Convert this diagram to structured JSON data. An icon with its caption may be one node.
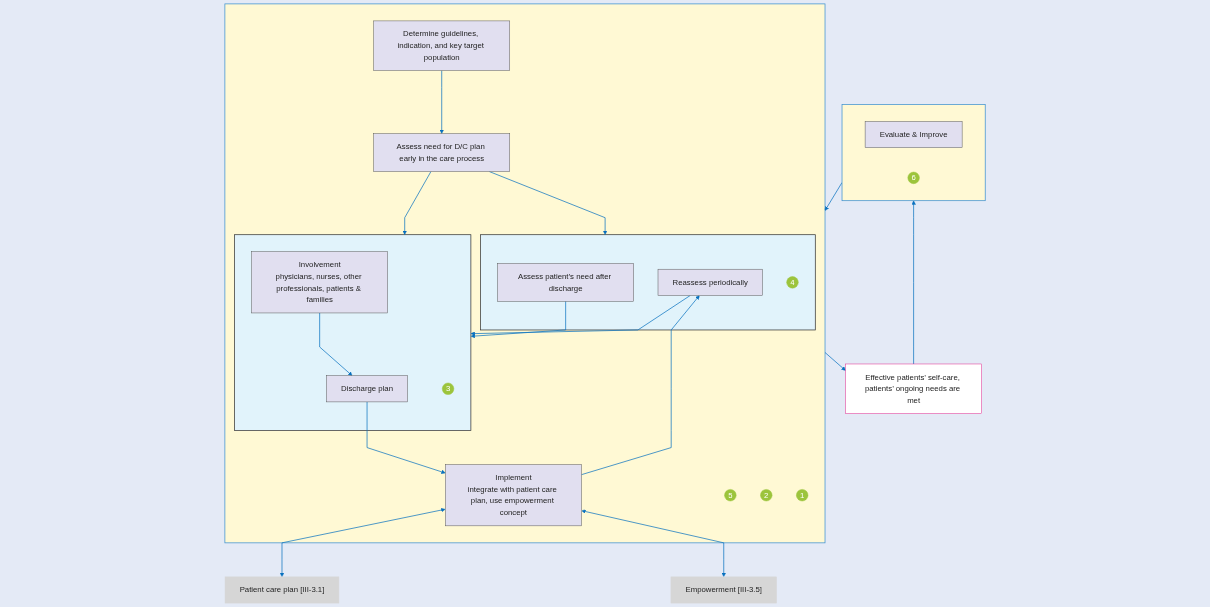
{
  "diagram": {
    "nodes": [
      {
        "text": [],
        "shape": "box"
      },
      {
        "text": [
          "1"
        ],
        "in": 0
      },
      {
        "text": [
          "2"
        ],
        "in": 0
      },
      {
        "text": [
          "Determine guidelines, indication, and key target population"
        ],
        "in": 0
      },
      {
        "text": [
          "Assess need for D/C plan early in the care process"
        ],
        "in": 0
      },
      {
        "text": [],
        "shape": "box",
        "in": 0
      },
      {
        "text": [
          "3"
        ],
        "in": 5
      },
      {
        "text": [
          "Involvement",
          "physicians, nurses, other professionals, patients & families"
        ],
        "in": 5
      },
      {
        "text": [
          "Discharge plan"
        ],
        "in": 5
      },
      {
        "text": [],
        "shape": "box",
        "in": 0
      },
      {
        "text": [
          "4"
        ],
        "in": 9
      },
      {
        "text": [
          "Assess patient’s need after discharge"
        ],
        "in": 9
      },
      {
        "text": [
          "Reassess periodically"
        ],
        "in": 9
      },
      {
        "text": [
          "5"
        ],
        "in": 0
      },
      {
        "text": [
          "Implement",
          "integrate with patient care plan, use empowerment concept"
        ],
        "in": 0
      },
      {
        "text": [
          "Effective patients’ self-care, patients’ ongoing needs are met"
        ]
      },
      {
        "text": [
          "Patient care plan [III-3.1]"
        ]
      },
      {
        "text": [
          "Empowerment [III-3.5]"
        ]
      },
      {
        "text": [],
        "shape": "box"
      },
      {
        "text": [
          "6"
        ],
        "in": 18
      },
      {
        "text": [
          "Evaluate & Improve"
        ],
        "in": 18
      }
    ],
    "edges": [
      {
        "from": 3,
        "to": 4,
        "arrow": "to"
      },
      {
        "from": 4,
        "to": 5,
        "arrow": "to"
      },
      {
        "from": 4,
        "to": 9,
        "arrow": "to"
      },
      {
        "from": 11,
        "to": 5,
        "arrow": "to"
      },
      {
        "from": 12,
        "to": 5,
        "arrow": "to"
      },
      {
        "from": 7,
        "to": 8,
        "arrow": "to"
      },
      {
        "from": 8,
        "to": 14,
        "arrow": "to"
      },
      {
        "from": 14,
        "to": 12,
        "arrow": "to"
      },
      {
        "from": 14,
        "to": 16,
        "arrow": "both"
      },
      {
        "from": 14,
        "to": 17,
        "arrow": "both"
      },
      {
        "from": 0,
        "to": 15,
        "arrow": "to"
      },
      {
        "from": 15,
        "to": 18,
        "arrow": "to"
      },
      {
        "from": 18,
        "to": 0,
        "arrow": "to"
      }
    ]
  }
}
